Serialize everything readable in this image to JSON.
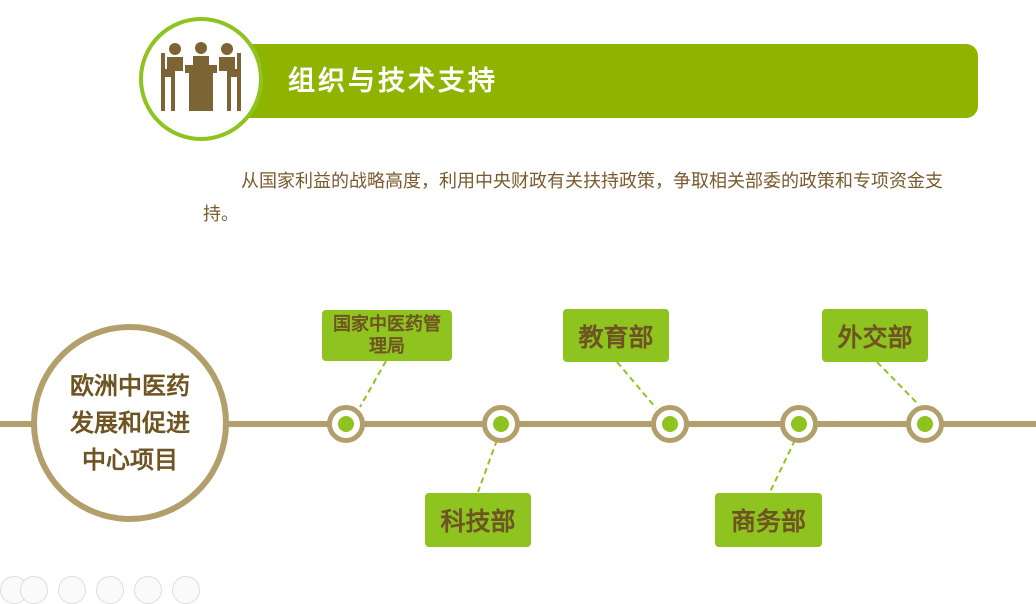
{
  "header": {
    "title": "组织与技术支持",
    "icon": "meeting-people-icon"
  },
  "intro": {
    "text": "从国家利益的战略高度，利用中央财政有关扶持政策，争取相关部委的政策和专项资金支持。"
  },
  "hub": {
    "label": "欧洲中医药发展和促进中心项目"
  },
  "departments": [
    {
      "id": "satcm",
      "label": "国家中医药管理局",
      "position": "above"
    },
    {
      "id": "most",
      "label": "科技部",
      "position": "below"
    },
    {
      "id": "moe",
      "label": "教育部",
      "position": "above"
    },
    {
      "id": "mofcom",
      "label": "商务部",
      "position": "below"
    },
    {
      "id": "mfa",
      "label": "外交部",
      "position": "above"
    }
  ],
  "colors": {
    "accent_green": "#8fb400",
    "tag_green": "#8fc31f",
    "line_tan": "#b29f6c",
    "text_brown": "#6e5422"
  }
}
